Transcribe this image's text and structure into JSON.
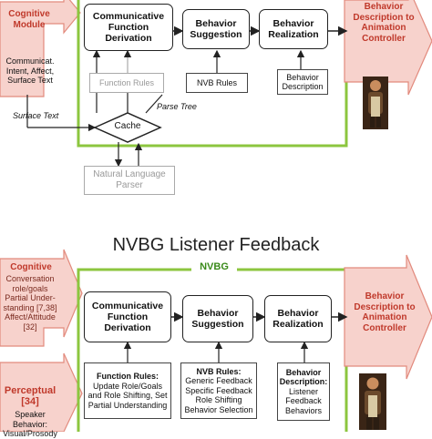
{
  "top": {
    "left_panel": {
      "title": "Cognitive Module",
      "lines": "Communicat. Intent, Affect, Surface Text"
    },
    "boxes": {
      "derivation": "Communicative Function Derivation",
      "suggestion": "Behavior Suggestion",
      "realization": "Behavior Realization"
    },
    "rules": {
      "function_rules": "Function Rules",
      "nvb_rules": "NVB Rules",
      "behavior_description": "Behavior Description"
    },
    "labels": {
      "surface_text": "Surface Text",
      "parse_tree": "Parse Tree"
    },
    "cache": "Cache",
    "parser": "Natural Language Parser",
    "right_arrow": "Behavior Description to Animation Controller"
  },
  "bottom": {
    "title": "NVBG Listener Feedback",
    "nvbg_label": "NVBG",
    "left_panel": {
      "title": "Cognitive",
      "lines": "Conversation role/goals Partial Under-standing [7,38] Affect/Attitude [32]"
    },
    "perceptual": {
      "title": "Perceptual [34]",
      "lines": "Speaker Behavior: Visual/Prosody"
    },
    "boxes": {
      "derivation": "Communicative Function Derivation",
      "suggestion": "Behavior Suggestion",
      "realization": "Behavior Realization"
    },
    "rules": {
      "function_title": "Function Rules:",
      "function_body": "Update Role/Goals and Role Shifting, Set Partial Understanding",
      "nvb_title": "NVB Rules:",
      "nvb_body": "Generic Feedback Specific Feedback Role Shifting Behavior Selection",
      "behavior_title": "Behavior Description:",
      "behavior_body": "Listener Feedback Behaviors"
    },
    "right_arrow": "Behavior Description to Animation Controller"
  },
  "colors": {
    "accent_red": "#c0392b",
    "green": "#8cc63f",
    "arrow_fill": "#f7d2cc",
    "arrow_stroke": "#e28a7d"
  }
}
